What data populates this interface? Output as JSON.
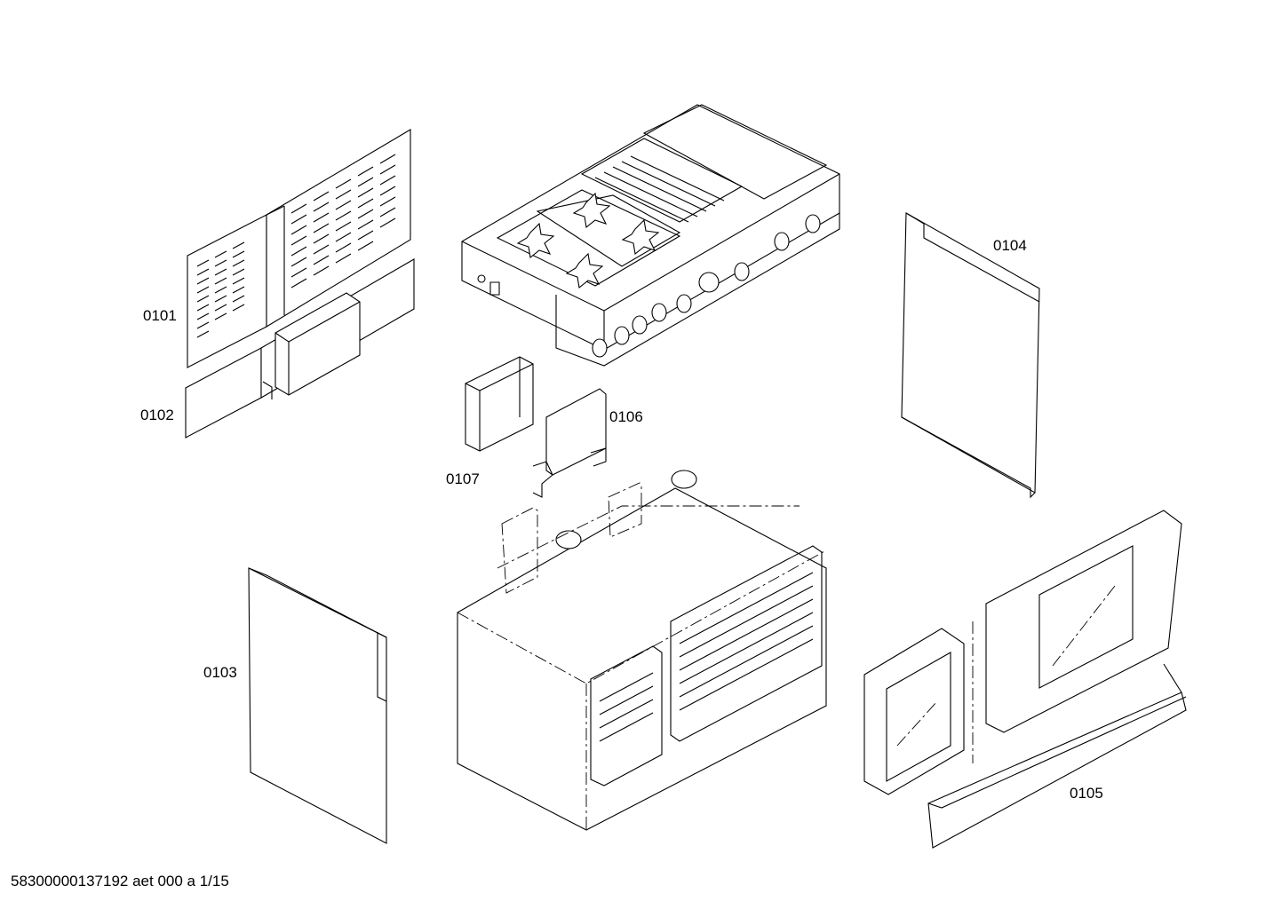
{
  "diagram": {
    "callouts": {
      "c0101": "0101",
      "c0102": "0102",
      "c0103": "0103",
      "c0104": "0104",
      "c0105": "0105",
      "c0106": "0106",
      "c0107": "0107"
    },
    "footer": "58300000137192 aet 000 a 1/15"
  },
  "colors": {
    "line": "#000000",
    "background": "#ffffff"
  }
}
